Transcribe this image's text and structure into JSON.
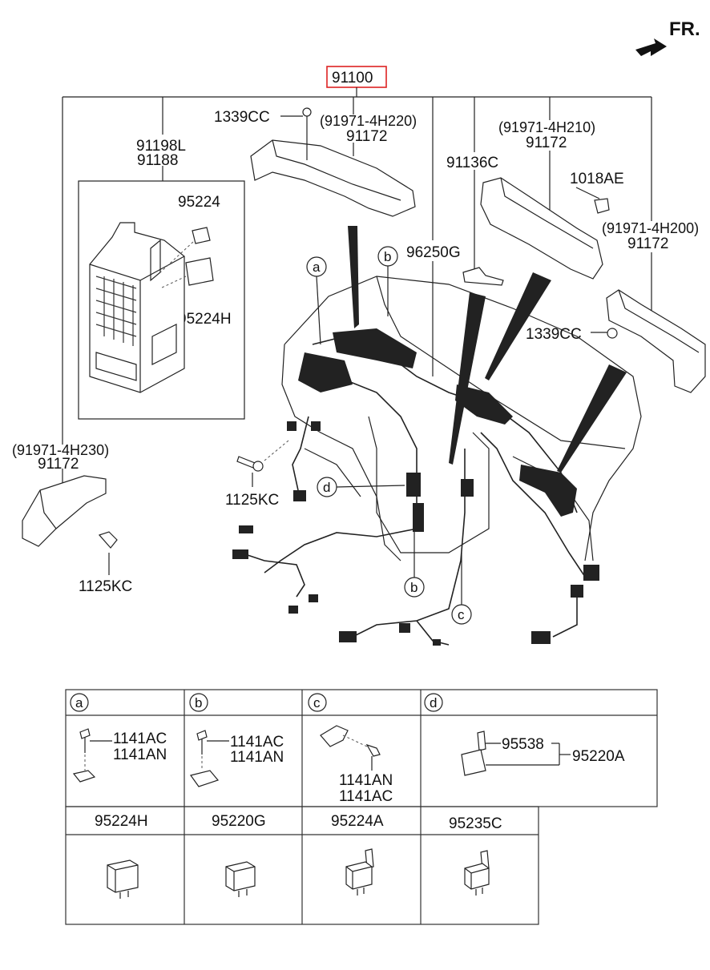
{
  "orientation": "FR.",
  "main_part": "91100",
  "labels": {
    "p1339cc_top": "1339CC",
    "p91971_4h220": "(91971-4H220)",
    "p91172_a": "91172",
    "p91198l": "91198L",
    "p91188": "91188",
    "p95224": "95224",
    "p95224h_box": "95224H",
    "p91136c": "91136C",
    "p91971_4h210": "(91971-4H210)",
    "p91172_b": "91172",
    "p1018ae": "1018AE",
    "p91971_4h200": "(91971-4H200)",
    "p91172_c": "91172",
    "p96250g": "96250G",
    "p1339cc_right": "1339CC",
    "p91971_4h230": "(91971-4H230)",
    "p91172_d": "91172",
    "p1125kc_mid": "1125KC",
    "p1125kc_low": "1125KC"
  },
  "callouts": [
    "a",
    "b",
    "d",
    "b",
    "c"
  ],
  "table": {
    "row1": [
      {
        "tag": "a",
        "parts": [
          "1141AC",
          "1141AN"
        ]
      },
      {
        "tag": "b",
        "parts": [
          "1141AC",
          "1141AN"
        ]
      },
      {
        "tag": "c",
        "parts": [
          "1141AN",
          "1141AC"
        ]
      },
      {
        "tag": "d",
        "parts": [
          "95538",
          "95220A"
        ]
      }
    ],
    "row2": [
      "95224H",
      "95220G",
      "95224A",
      "95235C"
    ]
  }
}
